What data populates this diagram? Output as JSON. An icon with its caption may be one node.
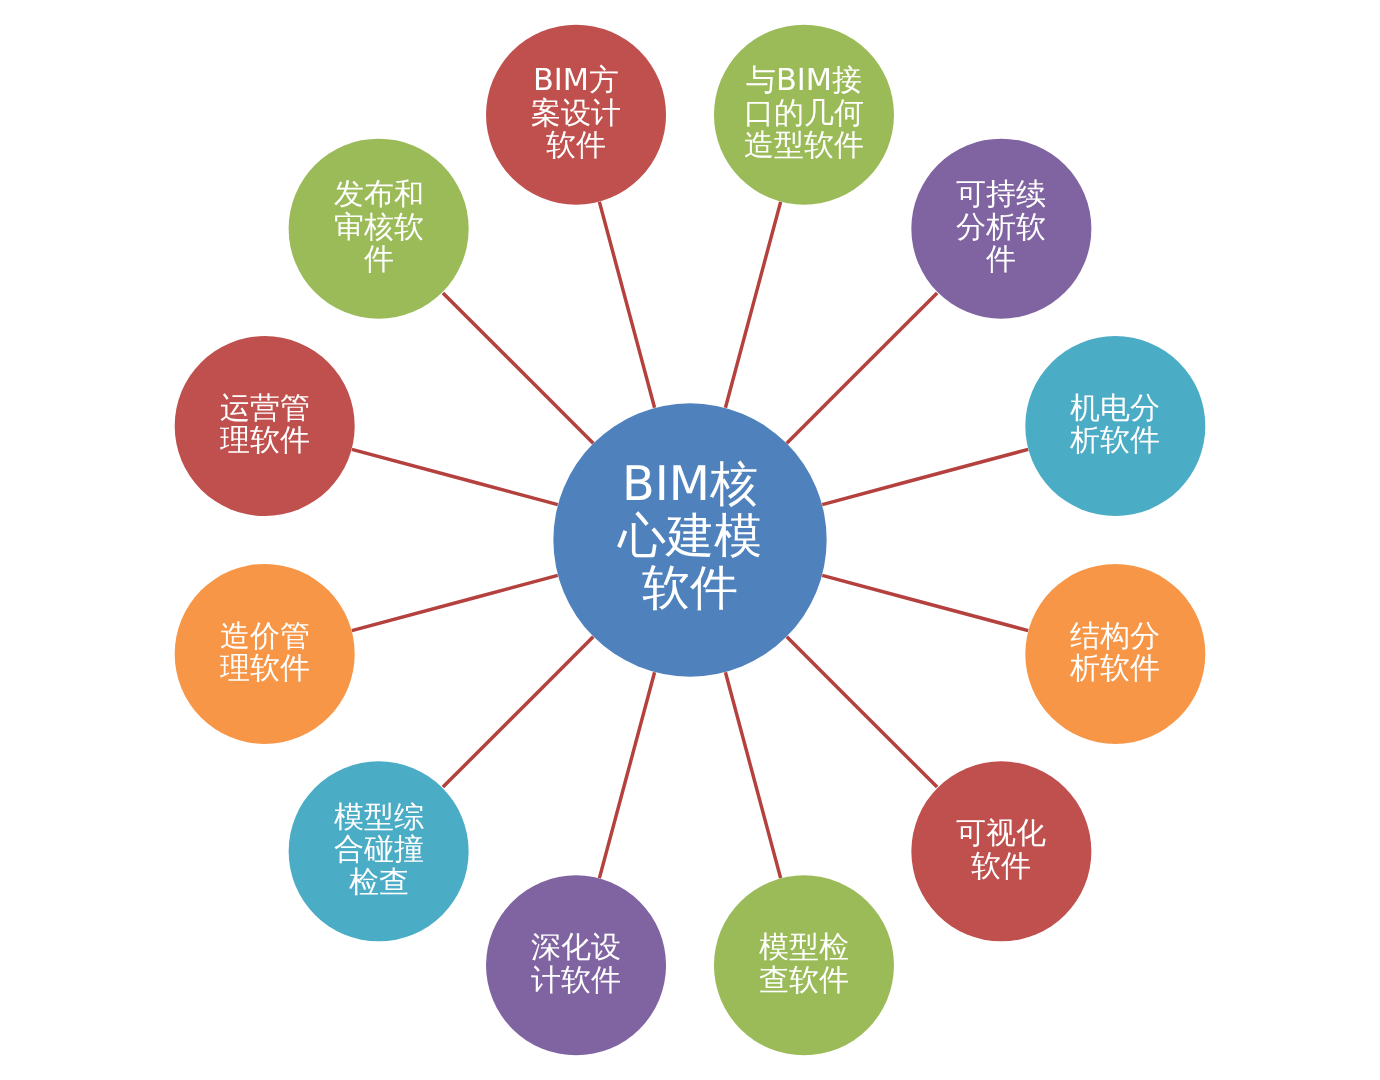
{
  "diagram": {
    "nodes": [
      {
        "text": [
          "BIM核心建模软件"
        ]
      },
      {
        "text": [
          "BIM方案设计软件"
        ]
      },
      {
        "text": [
          "与BIM接口的几何造型软件"
        ]
      },
      {
        "text": [
          "可持续分析软件"
        ]
      },
      {
        "text": [
          "机电分析软件"
        ]
      },
      {
        "text": [
          "结构分析软件"
        ]
      },
      {
        "text": [
          "可视化软件"
        ]
      },
      {
        "text": [
          "模型检查软件"
        ]
      },
      {
        "text": [
          "深化设计软件"
        ]
      },
      {
        "text": [
          "模型综合碰撞检查"
        ]
      },
      {
        "text": [
          "造价管理软件"
        ]
      },
      {
        "text": [
          "运营管理软件"
        ]
      },
      {
        "text": [
          "发布和审核软件"
        ]
      }
    ],
    "edges": [
      {
        "from": 0,
        "to": 1,
        "arrow": "none"
      },
      {
        "from": 0,
        "to": 2,
        "arrow": "none"
      },
      {
        "from": 0,
        "to": 3,
        "arrow": "none"
      },
      {
        "from": 0,
        "to": 4,
        "arrow": "none"
      },
      {
        "from": 0,
        "to": 5,
        "arrow": "none"
      },
      {
        "from": 0,
        "to": 6,
        "arrow": "none"
      },
      {
        "from": 0,
        "to": 7,
        "arrow": "none"
      },
      {
        "from": 0,
        "to": 8,
        "arrow": "none"
      },
      {
        "from": 0,
        "to": 9,
        "arrow": "none"
      },
      {
        "from": 0,
        "to": 10,
        "arrow": "none"
      },
      {
        "from": 0,
        "to": 11,
        "arrow": "none"
      },
      {
        "from": 0,
        "to": 12,
        "arrow": "none"
      }
    ]
  }
}
